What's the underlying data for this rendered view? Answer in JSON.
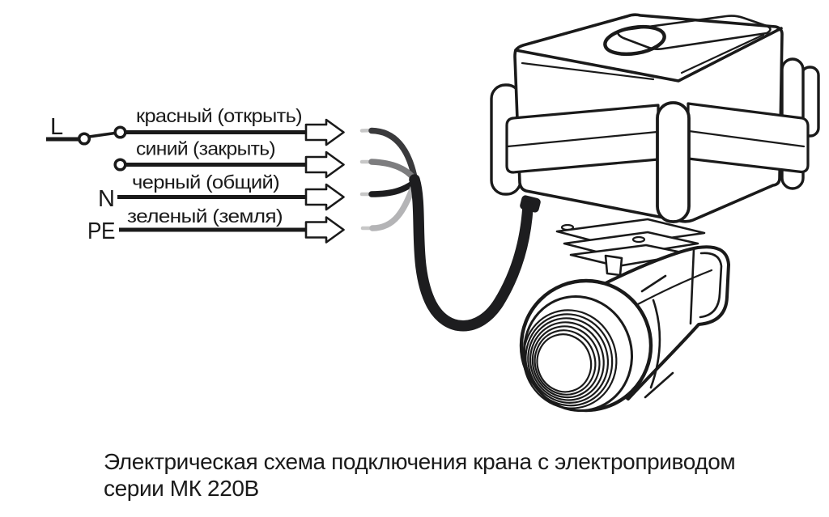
{
  "diagram": {
    "terminals": [
      {
        "id": "live",
        "label": "L"
      },
      {
        "id": "neutral",
        "label": "N"
      },
      {
        "id": "earth",
        "label": "PE"
      }
    ],
    "wires": [
      {
        "id": "red",
        "label": "красный (открыть)",
        "color": "#3a3a3c"
      },
      {
        "id": "blue",
        "label": "синий (закрыть)",
        "color": "#7d7d7f"
      },
      {
        "id": "black",
        "label": "черный (общий)",
        "color": "#1d1d1f"
      },
      {
        "id": "green",
        "label": "зеленый (земля)",
        "color": "#b4b4b6"
      }
    ],
    "line_color": "#1a1a1a",
    "wire_tip_color": "#c7c7c7"
  },
  "caption": {
    "line1": "Электрическая схема подключения крана с электроприводом",
    "line2": "серии МК 220В"
  }
}
